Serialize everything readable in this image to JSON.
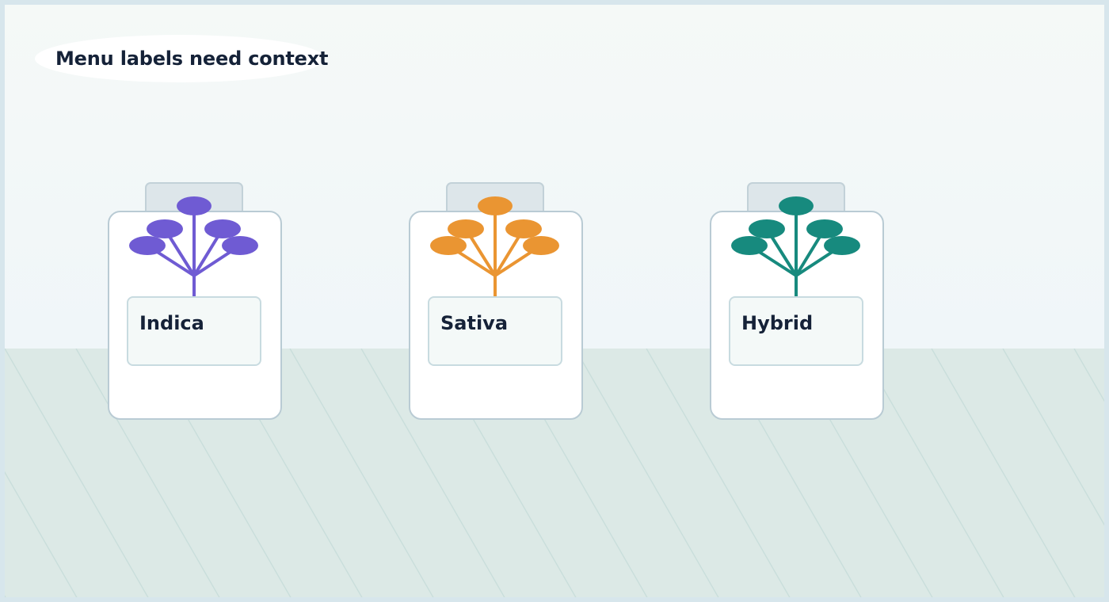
{
  "scene": {
    "title": "Menu labels need context"
  },
  "jars": [
    {
      "label": "Indica",
      "color": "#6f5bd3"
    },
    {
      "label": "Sativa",
      "color": "#ea9532"
    },
    {
      "label": "Hybrid",
      "color": "#178a7e"
    }
  ],
  "colors": {
    "wall": "#f3f8f9",
    "floor": "#dce9e6",
    "border": "#d7e6ec",
    "text": "#152238"
  }
}
